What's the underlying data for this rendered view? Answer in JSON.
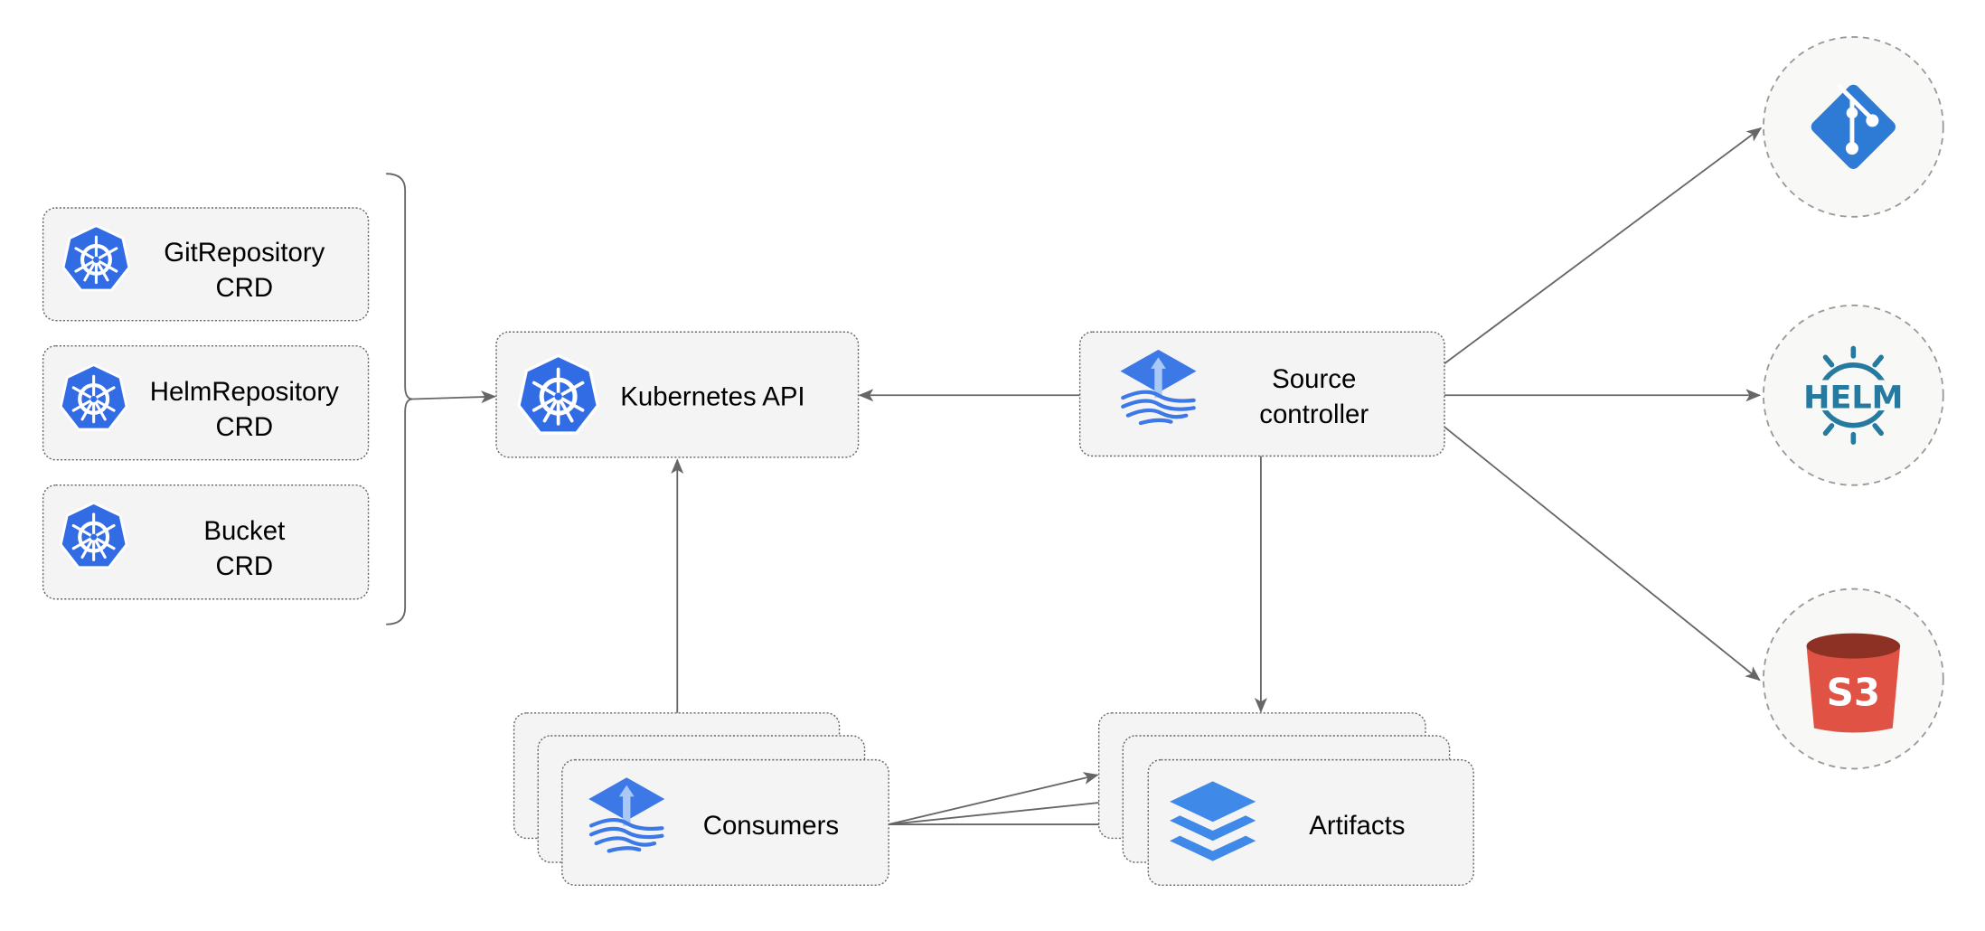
{
  "nodes": {
    "git_crd": {
      "line1": "GitRepository",
      "line2": "CRD"
    },
    "helm_crd": {
      "line1": "HelmRepository",
      "line2": "CRD"
    },
    "bucket_crd": {
      "line1": "Bucket",
      "line2": "CRD"
    },
    "k8s_api": {
      "label": "Kubernetes API"
    },
    "source_controller": {
      "line1": "Source",
      "line2": "controller"
    },
    "consumers": {
      "label": "Consumers"
    },
    "artifacts": {
      "label": "Artifacts"
    }
  },
  "external_sources": [
    {
      "icon": "git-icon"
    },
    {
      "icon": "helm-icon",
      "text": "HELM"
    },
    {
      "icon": "s3-bucket-icon",
      "text": "S3"
    }
  ],
  "colors": {
    "k8s_blue": "#326ce5",
    "flux_blue": "#3c78e6",
    "git_blue": "#2e7bd6",
    "helm_teal": "#277a9f",
    "s3_red": "#e05243",
    "s3_dark": "#8c3123",
    "edge": "#666666",
    "box_fill": "#f4f4f4"
  }
}
